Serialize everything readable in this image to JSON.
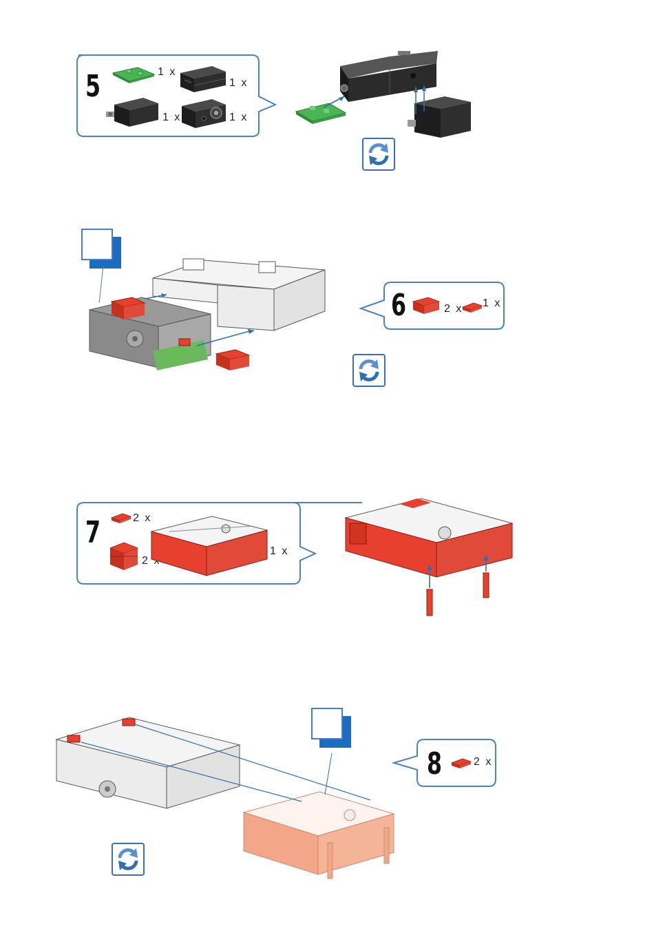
{
  "steps": [
    {
      "number": "5",
      "parts": [
        {
          "name": "green-plate",
          "qty": "1 x"
        },
        {
          "name": "black-building-block",
          "qty": "1 x"
        },
        {
          "name": "black-mini-motor",
          "qty": "1 x"
        },
        {
          "name": "black-gearbox",
          "qty": "1 x"
        }
      ]
    },
    {
      "number": "6",
      "parts": [
        {
          "name": "red-building-block-15",
          "qty": "2 x"
        },
        {
          "name": "red-angle-block",
          "qty": "1 x"
        }
      ]
    },
    {
      "number": "7",
      "parts": [
        {
          "name": "red-angle-block",
          "qty": "2 x"
        },
        {
          "name": "red-building-block",
          "qty": "2 x"
        },
        {
          "name": "base-plate-module",
          "qty": "1 x"
        }
      ]
    },
    {
      "number": "8",
      "parts": [
        {
          "name": "red-angle-block",
          "qty": "2 x"
        }
      ]
    }
  ],
  "icons": {
    "rotate": "rotate-assembly-icon",
    "zoom": "detail-zoom-icon"
  },
  "colors": {
    "callout_border": "#4a80c4",
    "arrow": "#2f6fb5",
    "red_part": "#e8402e",
    "green_part": "#3fb04a",
    "black_part": "#2a2a2a",
    "white_part": "#f4f4f4"
  }
}
